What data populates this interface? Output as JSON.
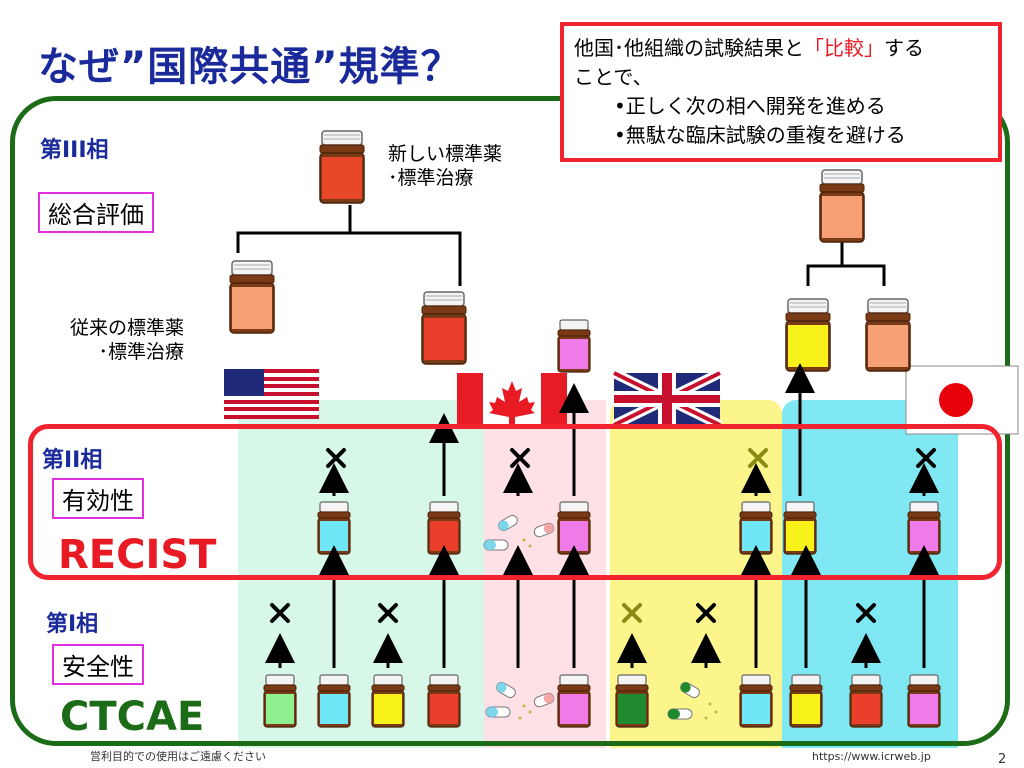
{
  "title": "なぜ”国際共通”規準？",
  "callout": {
    "line1_pre": "他国･他組織の試験結果と",
    "line1_highlight": "「比較」",
    "line1_post": "する",
    "line2": "ことで、",
    "bullet1": "•正しく次の相へ開発を進める",
    "bullet2": "•無駄な臨床試験の重複を避ける"
  },
  "phases": {
    "phase3": {
      "label": "第III相",
      "eval": "総合評価"
    },
    "phase2": {
      "label": "第II相",
      "eval": "有効性",
      "criteria": "RECIST"
    },
    "phase1": {
      "label": "第I相",
      "eval": "安全性",
      "criteria": "CTCAE"
    }
  },
  "labels": {
    "new_standard_line1": "新しい標準薬",
    "new_standard_line2": "･標準治療",
    "old_standard_line1": "従来の標準薬",
    "old_standard_line2": "･標準治療"
  },
  "regions": [
    "us",
    "canada",
    "uk",
    "japan"
  ],
  "colors": {
    "title": "#1a2a9a",
    "frame": "#1c6b16",
    "recist_box": "#f0232e",
    "recist_text": "#e81b25",
    "ctcae_text": "#1c6b16",
    "bg_us": "#d7f8e8",
    "bg_canada": "#fde1e6",
    "bg_uk": "#fbf58c",
    "bg_japan": "#7fe8f3"
  },
  "icons": [
    "medicine-bottle-icon",
    "capsule-icon",
    "cross-mark-icon",
    "arrow-up-icon",
    "us-flag-icon",
    "canada-flag-icon",
    "uk-flag-icon",
    "japan-flag-icon"
  ],
  "footer": {
    "note": "営利目的での使用はご遠慮ください",
    "url": "https://www.icrweb.jp",
    "page": "2"
  }
}
